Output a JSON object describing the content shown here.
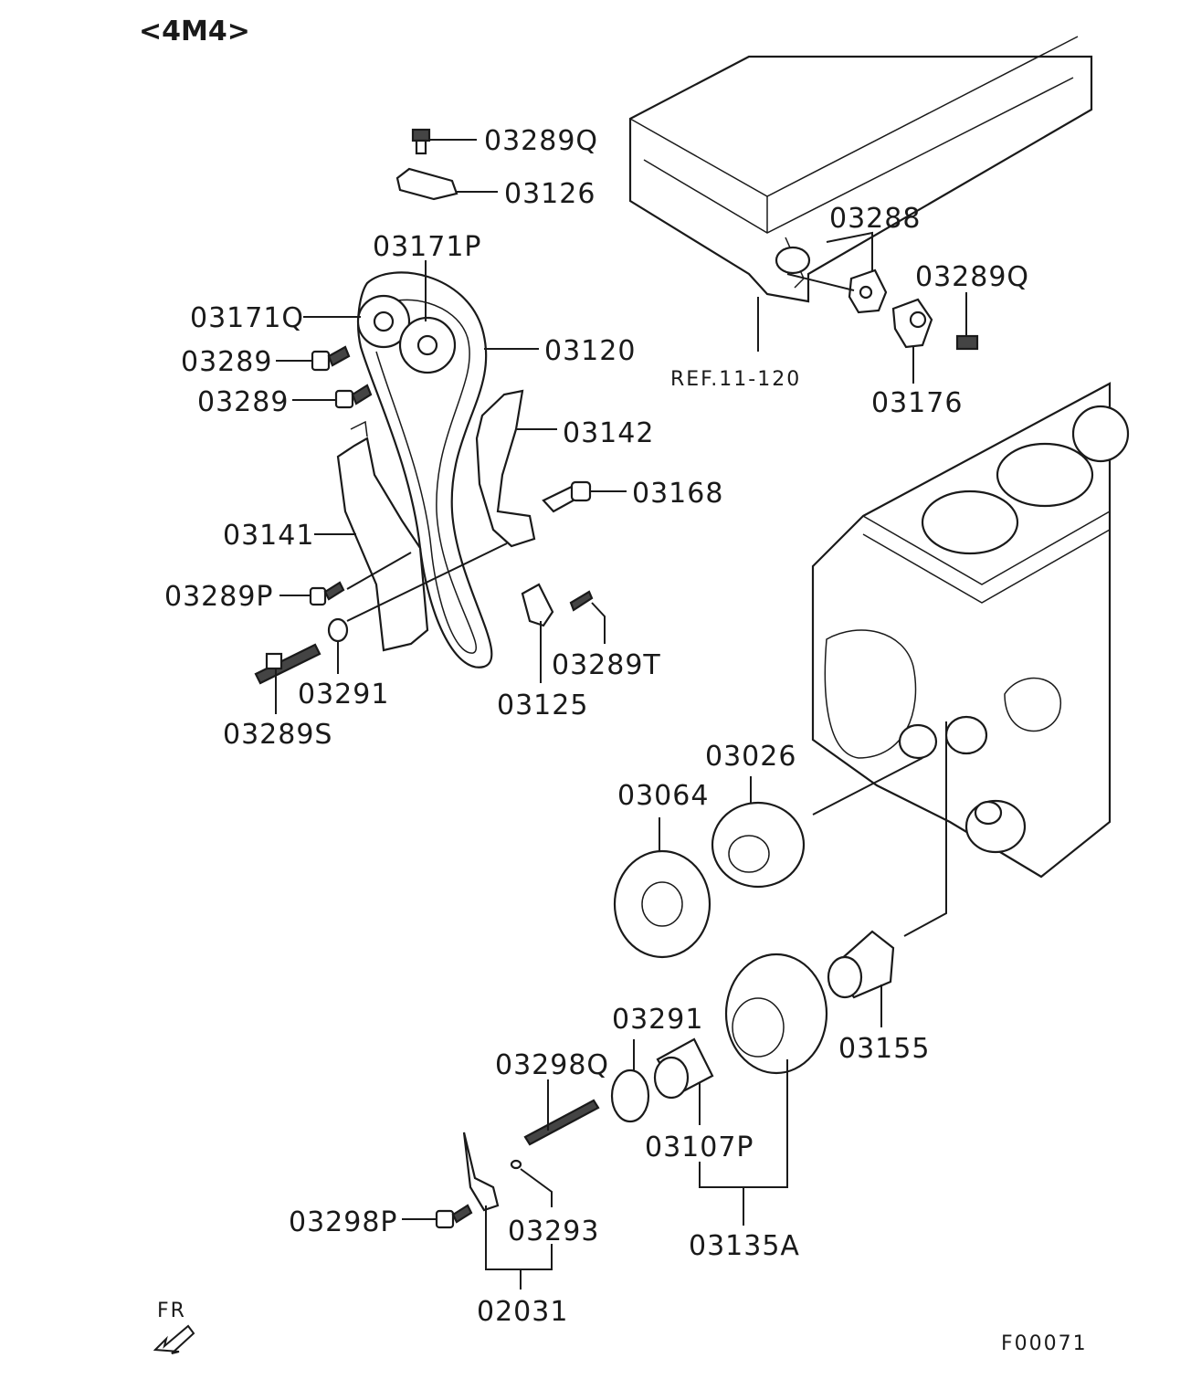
{
  "header": {
    "model_code": "<4M4>"
  },
  "footer": {
    "orientation_label": "FR",
    "figure_id": "F00071"
  },
  "reference": {
    "label": "REF.11-120"
  },
  "callouts": [
    "03289Q",
    "03126",
    "03171P",
    "03171Q",
    "03289",
    "03289",
    "03120",
    "03142",
    "03168",
    "03141",
    "03289P",
    "03291",
    "03289S",
    "03125",
    "03289T",
    "03288",
    "03289Q",
    "03176",
    "03026",
    "03064",
    "03155",
    "03291",
    "03298Q",
    "03107P",
    "03135A",
    "03298P",
    "03293",
    "02031"
  ]
}
